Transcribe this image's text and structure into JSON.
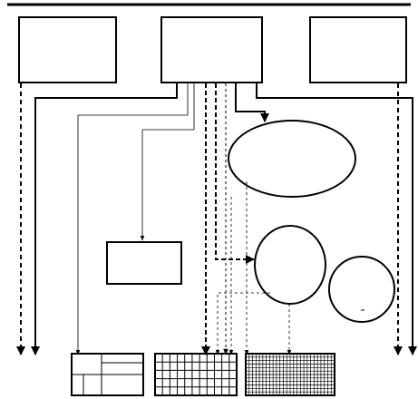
{
  "diagram": {
    "background_color": "#ffffff",
    "stroke_color": "#000000",
    "top_rule": {
      "style": "solid"
    },
    "boxes": [
      {
        "id": "top-left-box",
        "label": ""
      },
      {
        "id": "top-center-box",
        "label": ""
      },
      {
        "id": "top-right-box",
        "label": ""
      },
      {
        "id": "middle-box",
        "label": ""
      }
    ],
    "ellipses": [
      {
        "id": "large-ellipse",
        "label": ""
      },
      {
        "id": "medium-circle",
        "label": ""
      },
      {
        "id": "small-circle",
        "label": ""
      }
    ],
    "bottom_panels": [
      {
        "id": "panel-sparse-grid",
        "pattern": "irregular-blocks"
      },
      {
        "id": "panel-medium-grid",
        "pattern": "grid",
        "cols": 11,
        "rows": 5
      },
      {
        "id": "panel-dense-grid",
        "pattern": "grid",
        "cols": 26,
        "rows": 12
      }
    ],
    "connectors": [
      {
        "id": "left-outer-dashed",
        "style": "heavy-dashed"
      },
      {
        "id": "left-outer-solid",
        "style": "heavy-solid"
      },
      {
        "id": "right-outer-dashed",
        "style": "heavy-dashed"
      },
      {
        "id": "right-outer-solid",
        "style": "heavy-solid"
      },
      {
        "id": "center-to-large-ellipse",
        "style": "heavy-solid"
      },
      {
        "id": "center-to-middle-box",
        "style": "thin-solid"
      },
      {
        "id": "center-to-sparse-panel",
        "style": "thin-solid"
      },
      {
        "id": "center-to-medium-circle",
        "style": "heavy-dashed"
      },
      {
        "id": "center-to-medium-panel-a",
        "style": "heavy-dashed"
      },
      {
        "id": "center-to-medium-panel-b",
        "style": "thin-dashed"
      },
      {
        "id": "large-ellipse-to-panels",
        "style": "thin-dashed"
      },
      {
        "id": "medium-circle-to-dense-panel",
        "style": "thin-dashed"
      }
    ]
  }
}
